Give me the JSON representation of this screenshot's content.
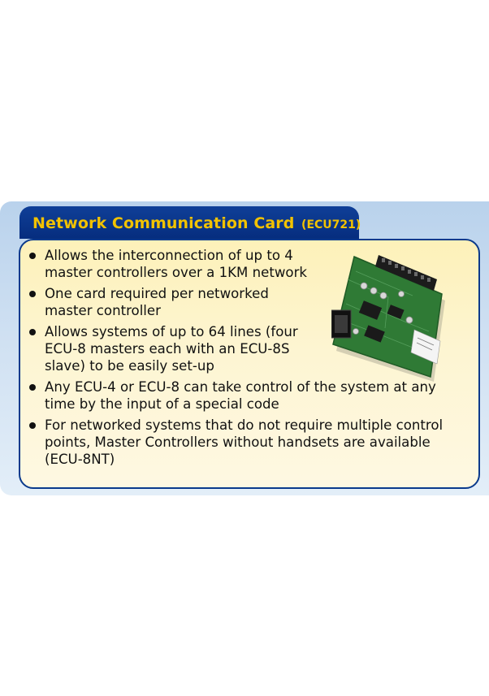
{
  "heading": {
    "title": "Network Communication Card",
    "code": "(ECU721)"
  },
  "bullets": [
    {
      "lines": [
        "Allows the interconnection of up to 4",
        "master controllers over a 1KM network"
      ]
    },
    {
      "lines": [
        "One card required per networked",
        "master controller"
      ]
    },
    {
      "lines": [
        "Allows systems of up to 64 lines (four",
        "ECU-8 masters each with an ECU-8S",
        "slave) to be easily set-up"
      ]
    },
    {
      "lines": [
        "Any ECU-4 or ECU-8 can take control of the system at any",
        "time by the input of a special code"
      ]
    },
    {
      "lines": [
        "For networked systems that do not require multiple control",
        "points, Master Controllers without handsets are available",
        "(ECU-8NT)"
      ]
    }
  ],
  "colors": {
    "title_text": "#f2c200",
    "title_tab": "#0a3a8c",
    "card_fill": "#fdf3c6",
    "card_border": "#0a3a8c",
    "background_panel": "#c6dbef",
    "pcb_green": "#2f7a35"
  },
  "product_image": {
    "icon": "circuit-board-icon"
  }
}
